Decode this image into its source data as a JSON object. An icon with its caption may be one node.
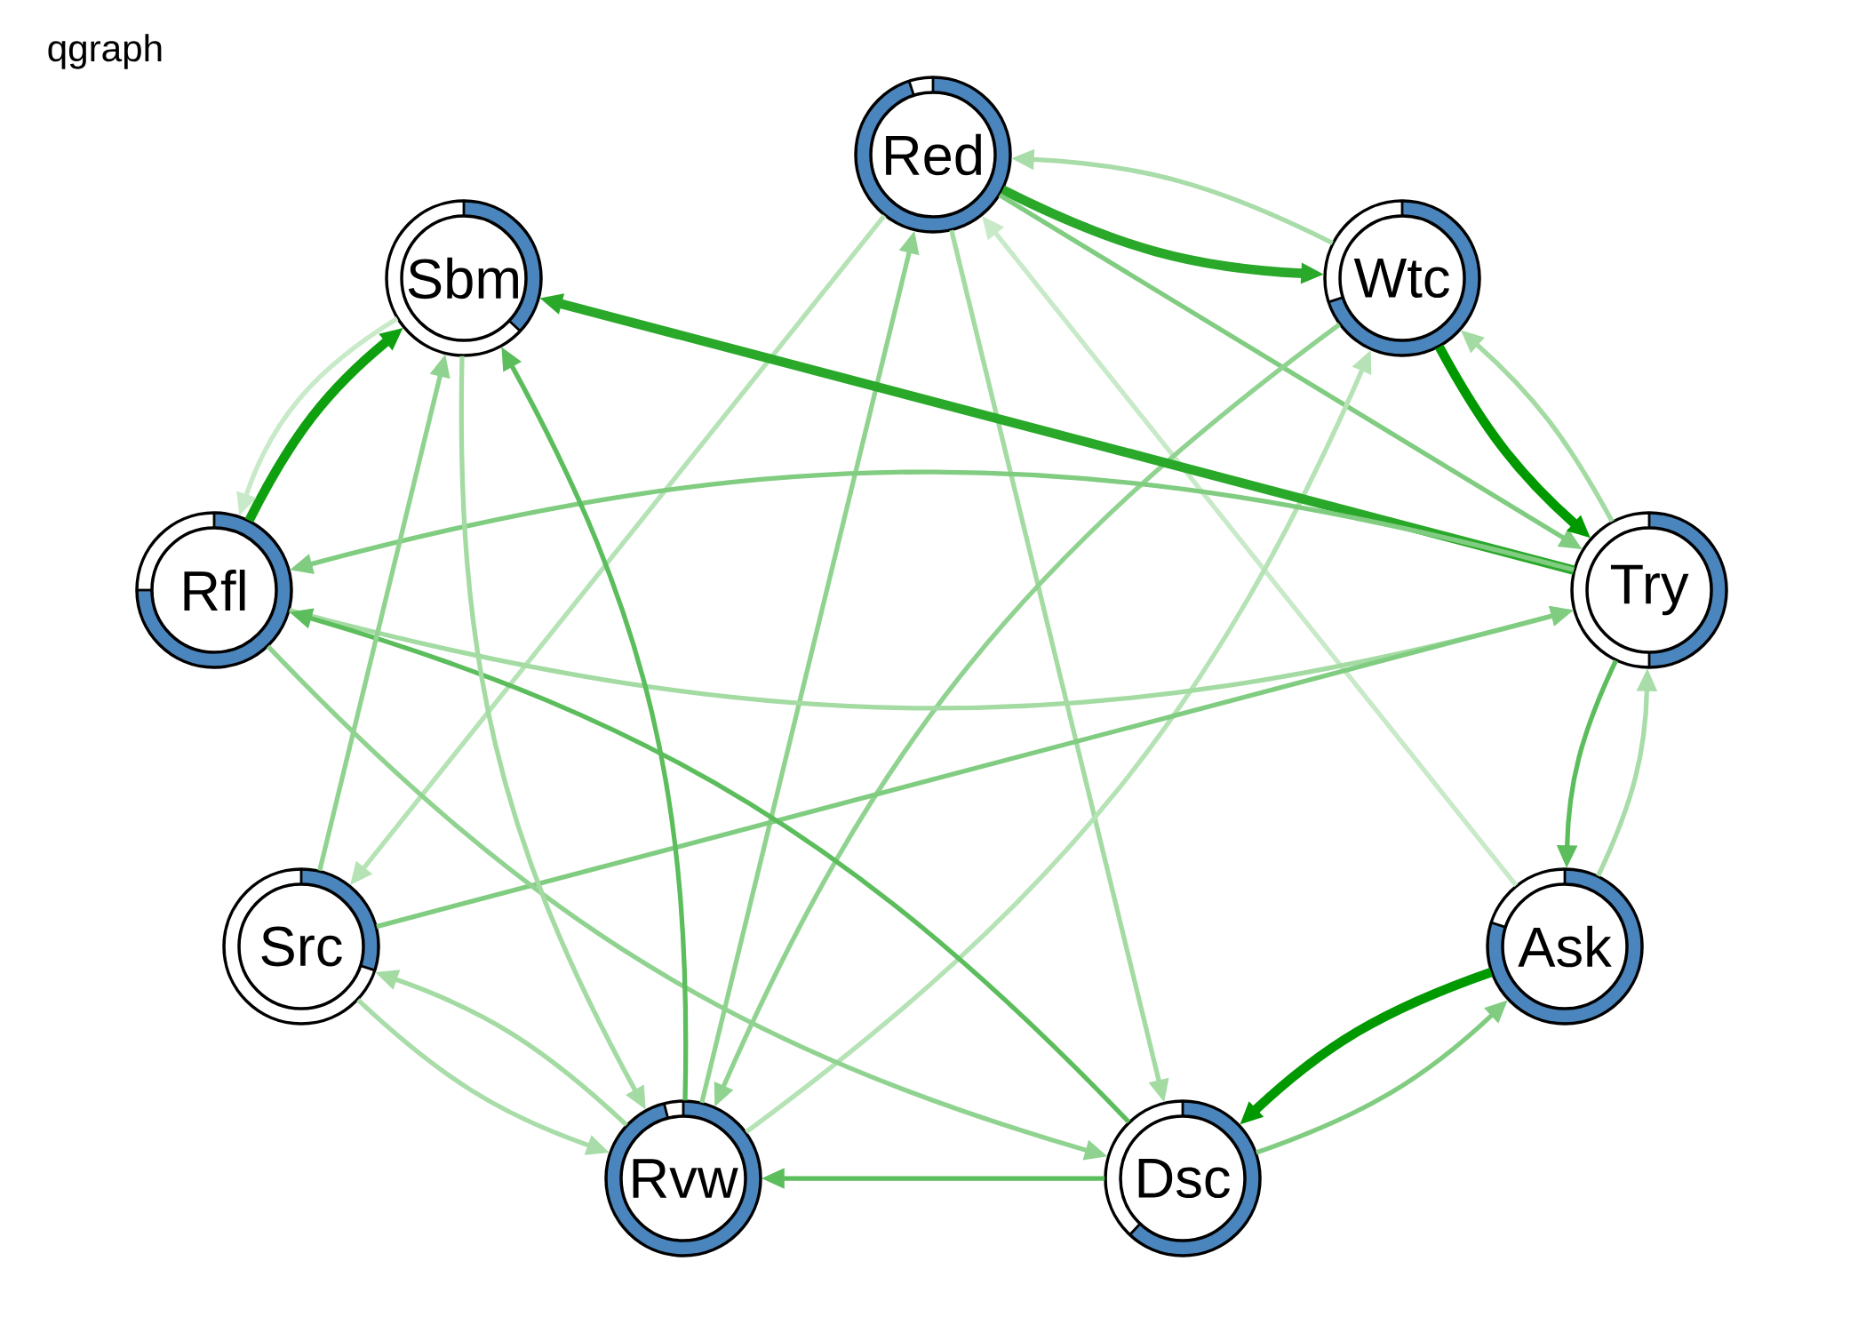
{
  "diagram": {
    "title": "qgraph",
    "nodes": [
      {
        "text": [
          "Red"
        ]
      },
      {
        "text": [
          "Sbm"
        ]
      },
      {
        "text": [
          "Wtc"
        ]
      },
      {
        "text": [
          "Rfl"
        ]
      },
      {
        "text": [
          "Try"
        ]
      },
      {
        "text": [
          "Src"
        ]
      },
      {
        "text": [
          "Ask"
        ]
      },
      {
        "text": [
          "Rvw"
        ]
      },
      {
        "text": [
          "Dsc"
        ]
      }
    ],
    "edges": [
      {
        "from": 0,
        "to": 2,
        "arrow": "to",
        "style": "thick",
        "color": "#2aa82a"
      },
      {
        "from": 2,
        "to": 0,
        "arrow": "to",
        "color": "#a8dca8"
      },
      {
        "from": 0,
        "to": 4,
        "arrow": "to",
        "color": "#80cc80"
      },
      {
        "from": 0,
        "to": 8,
        "arrow": "to",
        "color": "#a3dba3"
      },
      {
        "from": 0,
        "to": 5,
        "arrow": "to",
        "color": "#b5e3b5"
      },
      {
        "from": 7,
        "to": 0,
        "arrow": "to",
        "color": "#90d390"
      },
      {
        "from": 6,
        "to": 0,
        "arrow": "to",
        "color": "#c8eac8"
      },
      {
        "from": 2,
        "to": 4,
        "arrow": "to",
        "style": "thick",
        "color": "#009900"
      },
      {
        "from": 4,
        "to": 2,
        "arrow": "to",
        "color": "#a3dba3"
      },
      {
        "from": 2,
        "to": 7,
        "arrow": "to",
        "color": "#90d390"
      },
      {
        "from": 7,
        "to": 2,
        "arrow": "to",
        "color": "#b5e3b5"
      },
      {
        "from": 4,
        "to": 1,
        "arrow": "to",
        "style": "thick",
        "color": "#2aa82a"
      },
      {
        "from": 4,
        "to": 3,
        "arrow": "to",
        "color": "#80cc80"
      },
      {
        "from": 3,
        "to": 4,
        "arrow": "to",
        "color": "#a3dba3"
      },
      {
        "from": 5,
        "to": 4,
        "arrow": "to",
        "color": "#80cc80"
      },
      {
        "from": 4,
        "to": 6,
        "arrow": "to",
        "color": "#5bbd5b"
      },
      {
        "from": 6,
        "to": 4,
        "arrow": "to",
        "color": "#a8dca8"
      },
      {
        "from": 6,
        "to": 8,
        "arrow": "to",
        "style": "thick",
        "color": "#009900"
      },
      {
        "from": 8,
        "to": 6,
        "arrow": "to",
        "color": "#80cc80"
      },
      {
        "from": 8,
        "to": 7,
        "arrow": "to",
        "color": "#5bbd5b"
      },
      {
        "from": 8,
        "to": 3,
        "arrow": "to",
        "color": "#5bbd5b"
      },
      {
        "from": 3,
        "to": 8,
        "arrow": "to",
        "color": "#90d390"
      },
      {
        "from": 3,
        "to": 1,
        "arrow": "to",
        "style": "thick",
        "color": "#0fa00f"
      },
      {
        "from": 1,
        "to": 3,
        "arrow": "to",
        "color": "#c8eac8"
      },
      {
        "from": 7,
        "to": 1,
        "arrow": "to",
        "color": "#5bbd5b"
      },
      {
        "from": 1,
        "to": 7,
        "arrow": "to",
        "color": "#a3dba3"
      },
      {
        "from": 5,
        "to": 1,
        "arrow": "to",
        "color": "#90d390"
      },
      {
        "from": 5,
        "to": 7,
        "arrow": "to",
        "color": "#a8dca8"
      },
      {
        "from": 7,
        "to": 5,
        "arrow": "to",
        "color": "#a3dba3"
      }
    ]
  }
}
